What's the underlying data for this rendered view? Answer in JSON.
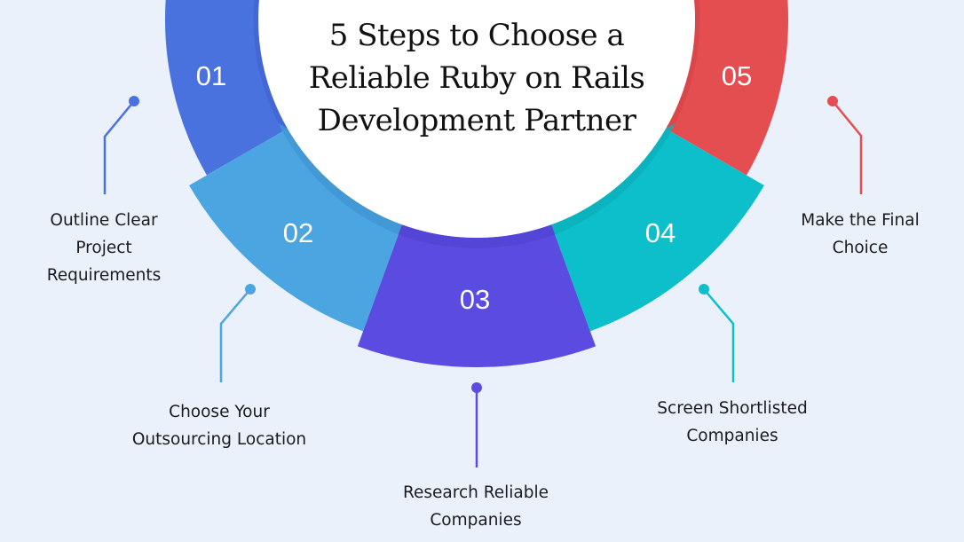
{
  "title": {
    "lines": [
      "5 Steps to Choose a",
      "Reliable Ruby on Rails",
      "Development Partner"
    ]
  },
  "colors": {
    "background": "#eaf1fb",
    "step1": "#4a72df",
    "step2": "#4aa5e0",
    "step3": "#5a4ce0",
    "step4": "#0dbfcb",
    "step5": "#e54e51",
    "center": "#ffffff"
  },
  "steps": [
    {
      "number": "01",
      "label_lines": [
        "Outline Clear",
        "Project",
        "Requirements"
      ],
      "color": "#4a72df"
    },
    {
      "number": "02",
      "label_lines": [
        "Choose Your",
        "Outsourcing Location"
      ],
      "color": "#4aa5e0"
    },
    {
      "number": "03",
      "label_lines": [
        "Research Reliable",
        "Companies"
      ],
      "color": "#5a4ce0"
    },
    {
      "number": "04",
      "label_lines": [
        "Screen Shortlisted",
        "Companies"
      ],
      "color": "#0dbfcb"
    },
    {
      "number": "05",
      "label_lines": [
        "Make the Final",
        "Choice"
      ],
      "color": "#e54e51"
    }
  ]
}
